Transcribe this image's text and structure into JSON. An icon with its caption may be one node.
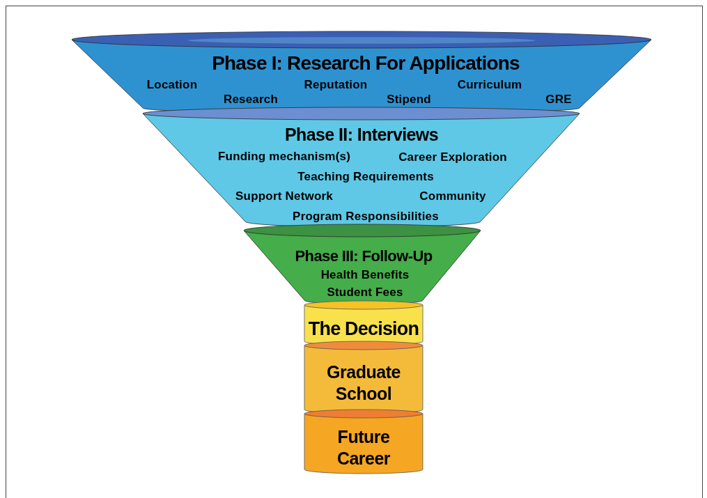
{
  "diagram": {
    "nodes": [
      {
        "text": [
          "Phase I: Research For Applications",
          "Location",
          "Research",
          "Reputation",
          "Stipend",
          "Curriculum",
          "GRE"
        ]
      },
      {
        "text": [
          "Phase II: Interviews",
          "Funding mechanism(s)",
          "Career Exploration",
          "Teaching Requirements",
          "Support Network",
          "Community",
          "Program Responsibilities"
        ]
      },
      {
        "text": [
          "Phase III: Follow-Up",
          "Health Benefits",
          "Student Fees"
        ]
      },
      {
        "text": [
          "The Decision"
        ]
      },
      {
        "text": [
          "Graduate School"
        ]
      },
      {
        "text": [
          "Future Career"
        ]
      }
    ]
  }
}
